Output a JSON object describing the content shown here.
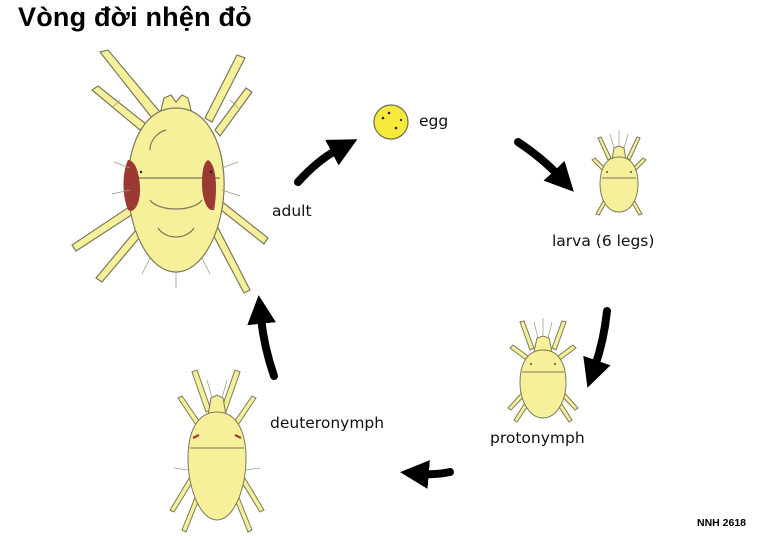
{
  "title": "Vòng đời nhện đỏ",
  "stages": {
    "egg": "egg",
    "larva": "larva (6 legs)",
    "protonymph": "protonymph",
    "deuteronymph": "deuteronymph",
    "adult": "adult"
  },
  "credit": "NNH 2618",
  "colors": {
    "body_fill": "#f7f09a",
    "outline": "#7a7a5a",
    "red_patch": "#9b3a32",
    "arrow": "#000000"
  }
}
